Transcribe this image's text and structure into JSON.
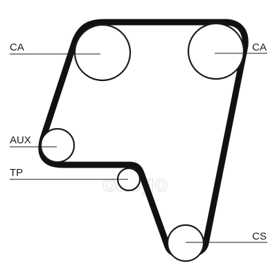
{
  "labels": {
    "camshaft_left": "CA",
    "camshaft_right": "CA",
    "auxiliary": "AUX",
    "tensioner": "TP",
    "crankshaft": "CS"
  },
  "watermark": {
    "text": "oacgo",
    "color": "#e8e8e8"
  },
  "colors": {
    "belt": "#111111",
    "line": "#1a1a1a",
    "background": "#ffffff"
  }
}
